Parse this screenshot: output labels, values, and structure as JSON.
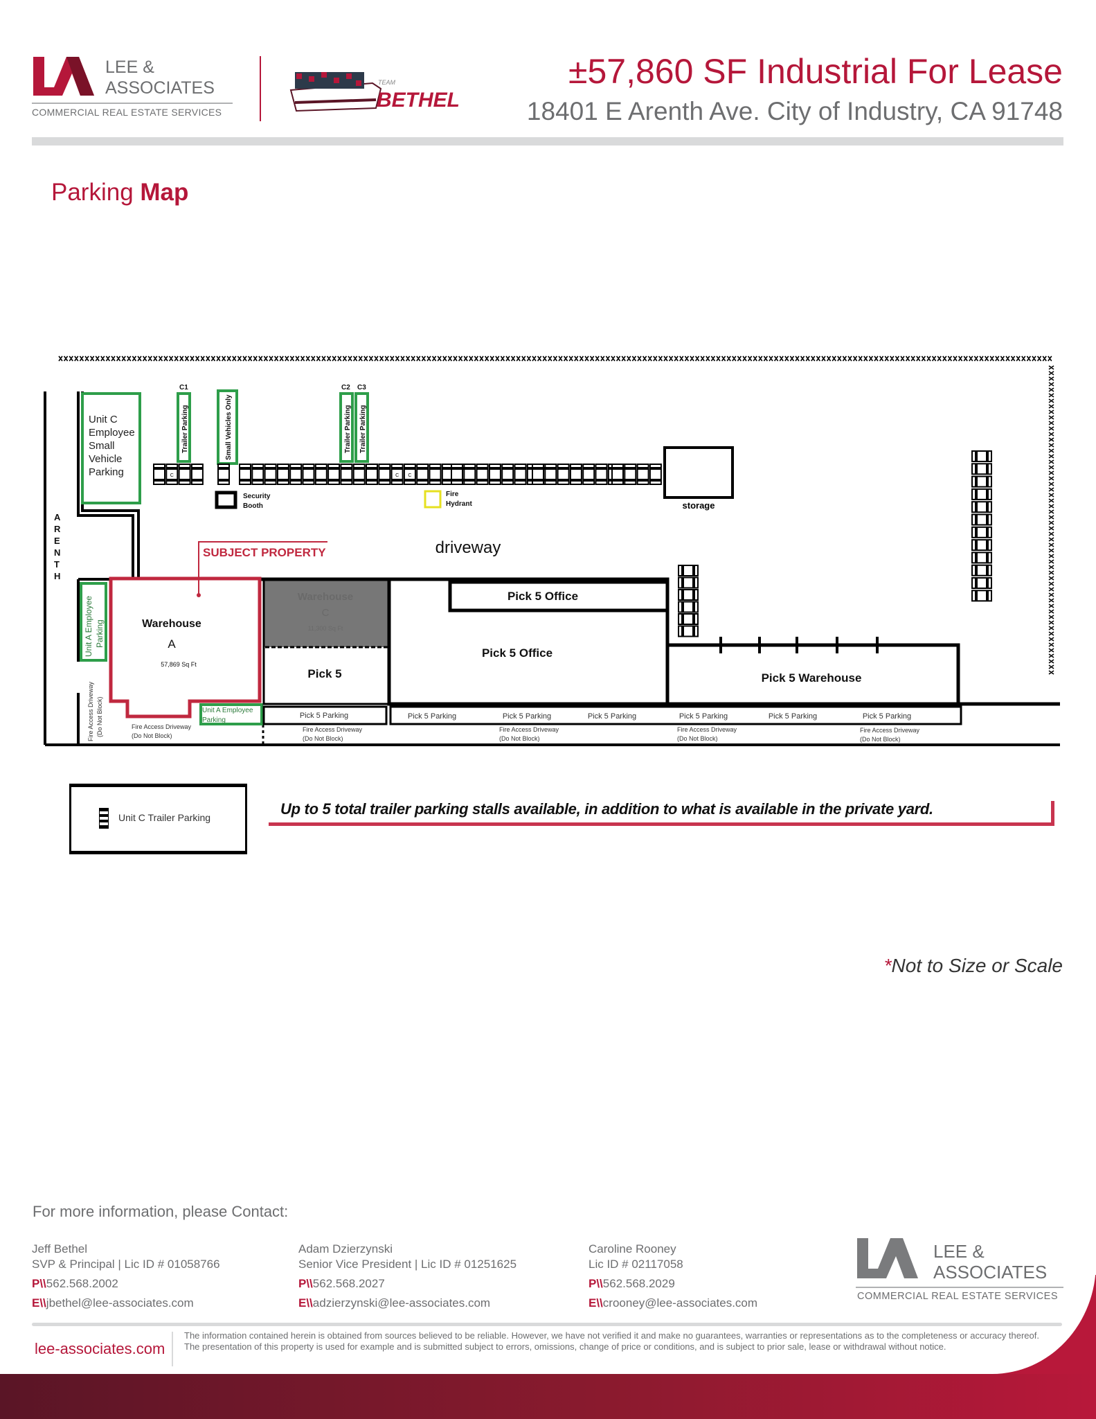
{
  "header": {
    "brand_logo": {
      "line1": "LEE &",
      "line2": "ASSOCIATES",
      "tagline": "COMMERCIAL REAL ESTATE SERVICES"
    },
    "team_logo": {
      "small": "TEAM",
      "name": "BETHEL"
    },
    "title": "±57,860 SF Industrial For Lease",
    "address": "18401 E Arenth Ave. City of Industry, CA 91748"
  },
  "page_heading": {
    "normal": "Parking ",
    "bold": "Map"
  },
  "map": {
    "street": [
      "A",
      "R",
      "E",
      "N",
      "T",
      "H"
    ],
    "unit_c_parking": [
      "Unit C",
      "Employee",
      "Small",
      "Vehicle",
      "Parking"
    ],
    "c1": "C1",
    "c2": "C2",
    "c3": "C3",
    "trailer_parking": "Trailer Parking",
    "small_vehicles": "Small Vehicles Only",
    "stall_mark": "C",
    "security_booth": [
      "Security",
      "Booth"
    ],
    "fire_hydrant": [
      "Fire",
      "Hydrant"
    ],
    "storage": "storage",
    "driveway": "driveway",
    "subject_property": "SUBJECT PROPERTY",
    "warehouse_a": {
      "name": "Warehouse",
      "letter": "A",
      "size": "57,869  Sq Ft"
    },
    "warehouse_c": {
      "name": "Warehouse",
      "letter": "C",
      "size": "11,300 Sq Ft"
    },
    "unit_a_parking_side": [
      "Unit A Employee",
      "Parking"
    ],
    "unit_a_parking_bottom": [
      "Unit A Employee",
      "Parking"
    ],
    "fire_access": [
      "Fire Access Driveway",
      "(Do Not Block)"
    ],
    "pick5": "Pick 5",
    "pick5_office": "Pick 5 Office",
    "pick5_warehouse": "Pick 5 Warehouse",
    "pick5_parking": "Pick 5 Parking",
    "colors": {
      "subject": "#c0283f",
      "green": "#2e9e4a",
      "hydrant": "#e6e020",
      "warehouse_c": "#777777"
    }
  },
  "legend": {
    "label": "Unit C Trailer Parking",
    "icon": "trailer-stall-icon"
  },
  "callout": "Up to 5 total trailer parking stalls available, in addition to what is available in the private yard.",
  "scale_note": {
    "asterisk": "*",
    "text": "Not to Size or Scale"
  },
  "footer": {
    "contact_heading": "For more information, please Contact:",
    "contacts": [
      {
        "name": "Jeff Bethel",
        "title": "SVP & Principal | Lic ID # 01058766",
        "phone": "562.568.2002",
        "email": "jbethel@lee-associates.com"
      },
      {
        "name": "Adam Dzierzynski",
        "title": "Senior Vice President | Lic ID # 01251625",
        "phone": "562.568.2027",
        "email": "adzierzynski@lee-associates.com"
      },
      {
        "name": "Caroline Rooney",
        "title": "Lic ID # 02117058",
        "phone": "562.568.2029",
        "email": "crooney@lee-associates.com"
      }
    ],
    "phone_prefix": "P\\\\",
    "email_prefix": "E\\\\",
    "website": "lee-associates.com",
    "disclaimer": "The information contained herein is obtained from sources believed to be reliable. However, we have not verified it and make no guarantees, warranties or representations as to the completeness or accuracy thereof. The presentation of this property is used for example and is submitted subject to errors, omissions, change of price or conditions, and is subject to prior sale, lease or withdrawal without notice."
  }
}
